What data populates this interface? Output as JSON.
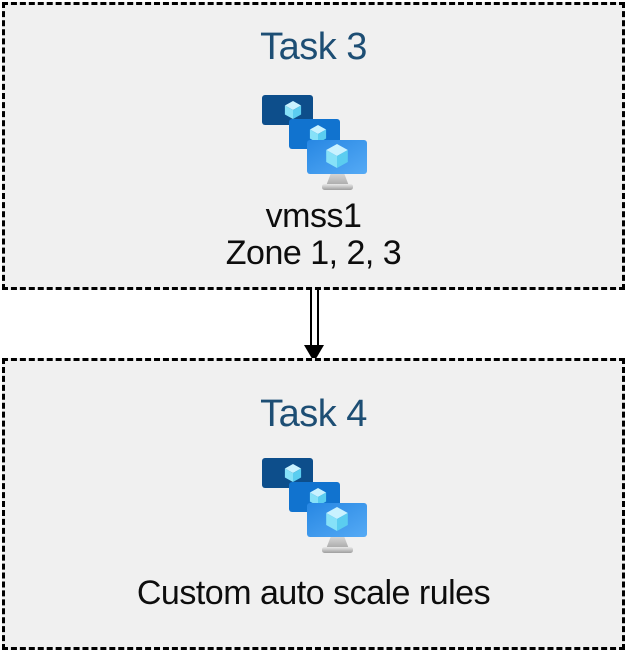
{
  "colors": {
    "page_bg": "#ffffff",
    "box_bg": "#f0f0f0",
    "box_border": "#000000",
    "title_color": "#1d4e74",
    "text_color": "#0d0d0d",
    "arrow_color": "#000000",
    "mon_back": "#0d4e8b",
    "mon_mid": "#1173cf",
    "mon_front_1": "#2787e3",
    "mon_front_2": "#55aaf5",
    "cube_top": "#c9f2ff",
    "cube_left": "#86e1f8",
    "cube_right": "#5bcdf0",
    "stand_1": "#d9d9d9",
    "stand_2": "#a6a6a6",
    "base_1": "#e9e9e9",
    "base_2": "#9e9e9e"
  },
  "tasks": [
    {
      "title": "Task 3",
      "icon": "vm-scale-set-icon",
      "lines": [
        "vmss1",
        "Zone 1, 2, 3"
      ]
    },
    {
      "title": "Task 4",
      "icon": "vm-scale-set-icon",
      "lines": [
        "Custom auto scale rules"
      ]
    }
  ],
  "connector": {
    "type": "double-line-arrow",
    "direction": "down"
  }
}
